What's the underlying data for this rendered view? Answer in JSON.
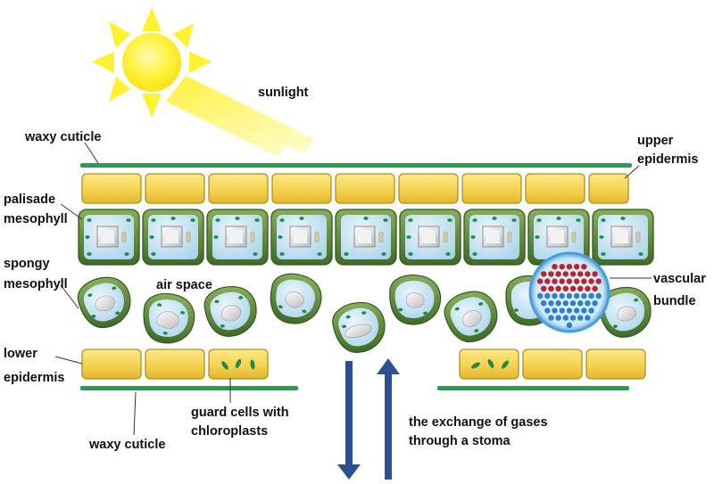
{
  "labels": {
    "sunlight": "sunlight",
    "waxy_cuticle_top": "waxy cuticle",
    "upper_epidermis_1": "upper",
    "upper_epidermis_2": "epidermis",
    "palisade_1": "palisade",
    "palisade_2": "mesophyll",
    "spongy_1": "spongy",
    "spongy_2": "mesophyll",
    "air_space": "air space",
    "vascular_1": "vascular",
    "vascular_2": "bundle",
    "lower_epidermis_1": "lower",
    "lower_epidermis_2": "epidermis",
    "waxy_cuticle_bottom": "waxy cuticle",
    "guard_cells_1": "guard cells with",
    "guard_cells_2": "chloroplasts",
    "gas_exchange_1": "the exchange of gases",
    "gas_exchange_2": "through a stoma"
  },
  "icons": {
    "sun": "sun-icon",
    "gas_arrows": "arrow-up-down-icon"
  },
  "colors": {
    "sun": "#fff22a",
    "cuticle": "#22a04a",
    "epidermis_fill": "#f7d858",
    "epidermis_stroke": "#b58f18",
    "cell_wall": "#5d8a3c",
    "cell_wall_dark": "#2f5a1c",
    "cell_inside": "#c6e3f2",
    "chloroplast": "#1f8a48",
    "vacuole": "#e6e6e6",
    "xylem": "#2d7fd1",
    "phloem": "#c0212f",
    "bundle_sheath": "#6fb6e6",
    "arrow": "#2d4f96"
  }
}
